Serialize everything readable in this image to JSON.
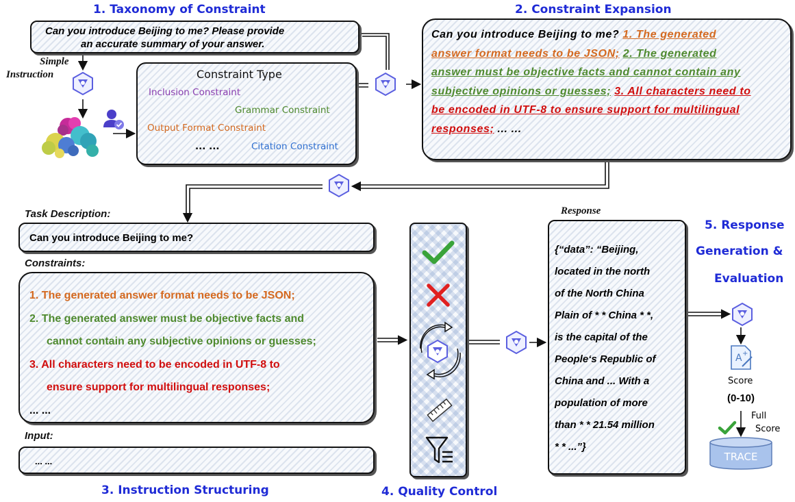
{
  "titles": {
    "taxonomy": "1. Taxonomy of Constraint",
    "expansion": "2. Constraint Expansion",
    "structuring": "3. Instruction Structuring",
    "quality": "4. Quality Control",
    "response_gen_1": "5. Response",
    "response_gen_2": "Generation &",
    "response_gen_3": "Evaluation"
  },
  "simple_instruction": {
    "text_1": "Can you introduce Beijing to me? Please provide",
    "text_2": "an accurate summary of your answer.",
    "label_1": "Simple",
    "label_2": "Instruction"
  },
  "constraint_types": {
    "header": "Constraint Type",
    "inclusion": "Inclusion Constraint",
    "grammar": "Grammar Constraint",
    "output_format": "Output Format Constraint",
    "ellipsis": "... ...",
    "citation": "Citation Constraint"
  },
  "expansion": {
    "q": "Can you introduce Beijing to me?",
    "c1a": "1. The generated",
    "c1b": "answer format needs to be JSON;",
    "c2a": "2. The generated",
    "c2b": "answer must be objective facts and cannot contain any",
    "c2c": "subjective opinions or guesses;",
    "c3a": "3. All characters need to",
    "c3b": "be encoded in UTF-8 to ensure support for multilingual",
    "c3c": "responses;",
    "ellipsis": "... ..."
  },
  "structuring": {
    "task_label": "Task Description:",
    "task_text": "Can you introduce Beijing to me?",
    "constraints_label": "Constraints:",
    "c1": "1.  The generated answer format needs to be JSON;",
    "c2a": "2.  The generated answer must be objective facts and",
    "c2b": "cannot contain any subjective opinions or guesses;",
    "c3a": "3.  All characters need to be encoded in UTF-8 to",
    "c3b": "ensure support for multilingual responses;",
    "ellipsis": "... ...",
    "input_label": "Input:",
    "input_text": "... ..."
  },
  "response": {
    "label": "Response",
    "lines": [
      "{“data”: “Beijing,",
      "located in the north",
      "of the North China",
      "Plain of * * China * *,",
      "is the capital of the",
      "People‘s Republic of",
      "China and ... With a",
      "population of more",
      "than * * 21.54 million",
      "* * ...”}"
    ]
  },
  "evaluation": {
    "score_label": "Score",
    "range": "(0-10)",
    "full_1": "Full",
    "full_2": "Score",
    "db_label": "TRACE"
  },
  "colors": {
    "title_blue": "#1f2bd6",
    "orange": "#d4691f",
    "green": "#4f8a2f",
    "red": "#d10e0e",
    "purple": "#8a3fb0",
    "blue": "#2f6fd0"
  },
  "icons": [
    "qwen-logo-icon",
    "user-check-icon",
    "protein-cluster-icon",
    "check-icon",
    "cross-icon",
    "refresh-cycle-icon",
    "ruler-icon",
    "filter-icon",
    "grade-icon",
    "database-icon"
  ]
}
